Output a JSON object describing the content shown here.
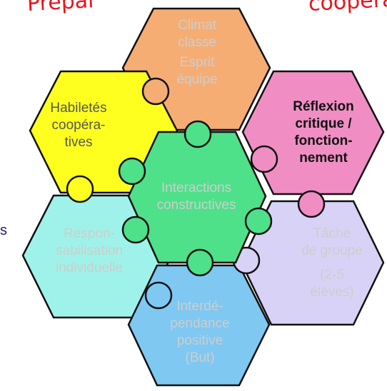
{
  "title_fragments": {
    "left": "Prépar",
    "right": "coopéra"
  },
  "side_fragment": "s",
  "colors": {
    "climat": "#f5ad74",
    "habiletes": "#ffff1f",
    "reflexion": "#f08ec4",
    "center": "#4fe08a",
    "responsabilisation": "#9ff2ea",
    "tache": "#d8d2f7",
    "interdependance": "#7fc8f2",
    "outline": "#111111"
  },
  "pieces": {
    "climat": [
      "Climat",
      "classe",
      "Esprit",
      "équipe"
    ],
    "habiletes": [
      "Habiletés",
      "coopéra-",
      "tives"
    ],
    "reflexion": [
      "Réflexion",
      "critique /",
      "fonction-",
      "nement"
    ],
    "center": [
      "Interactions",
      "constructives"
    ],
    "responsabilisation": [
      "Respon-",
      "sabilisation",
      "individuelle"
    ],
    "tache": [
      "Tâche",
      "de groupe",
      "(2-5",
      "élèves)"
    ],
    "interdependance": [
      "Interdé-",
      "pendance",
      "positive",
      "(But)"
    ]
  }
}
